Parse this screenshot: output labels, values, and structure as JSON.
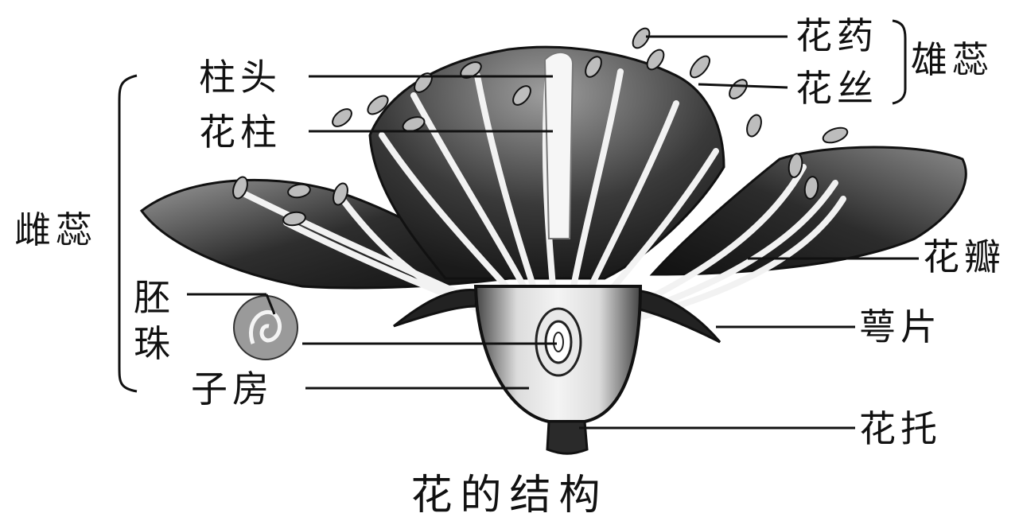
{
  "title": "花的结构",
  "labels": {
    "anther": "花药",
    "filament": "花丝",
    "stamen": "雄蕊",
    "stigma": "柱头",
    "style": "花柱",
    "pistil": "雌蕊",
    "ovule": "胚珠",
    "ovary": "子房",
    "petal": "花瓣",
    "sepal": "萼片",
    "receptacle": "花托"
  }
}
